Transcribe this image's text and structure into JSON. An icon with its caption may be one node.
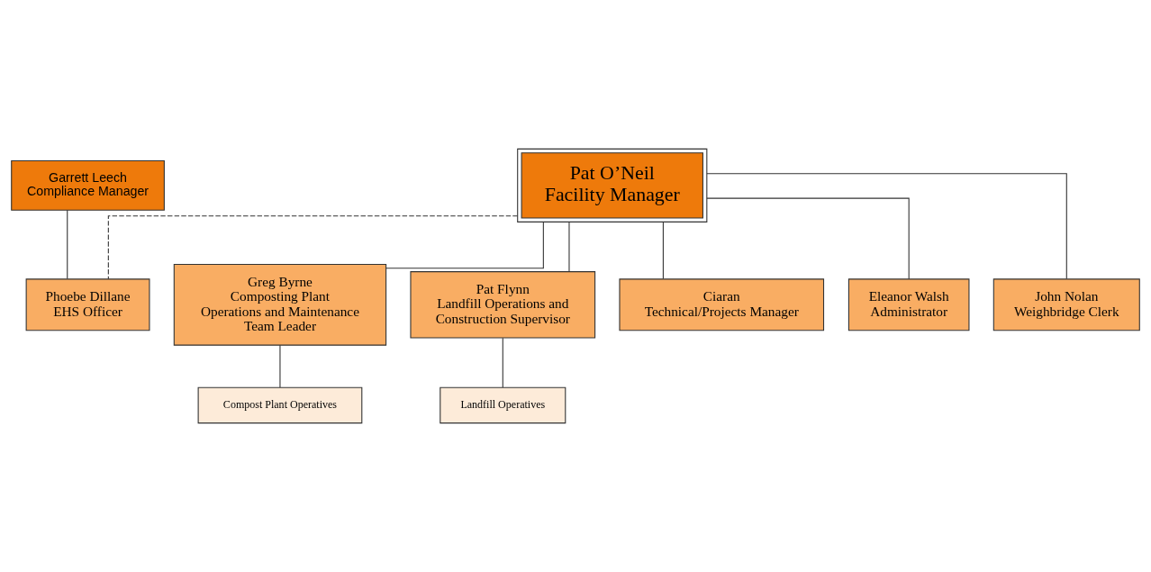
{
  "diagram": {
    "nodes": [
      {
        "text": [
          "Pat O’Neil",
          "Facility Manager"
        ]
      },
      {
        "text": [
          "Garrett Leech",
          "Compliance Manager"
        ]
      },
      {
        "text": [
          "Phoebe Dillane",
          "EHS Officer"
        ]
      },
      {
        "text": [
          "Greg Byrne",
          "Composting Plant Operations and Maintenance Team Leader"
        ]
      },
      {
        "text": [
          "Pat Flynn",
          "Landfill Operations and Construction Supervisor"
        ]
      },
      {
        "text": [
          "Ciaran",
          "Technical/Projects Manager"
        ]
      },
      {
        "text": [
          "Eleanor Walsh",
          "Administrator"
        ]
      },
      {
        "text": [
          "John Nolan",
          "Weighbridge Clerk"
        ]
      },
      {
        "text": [
          "Compost Plant Operatives"
        ]
      },
      {
        "text": [
          "Landfill Operatives"
        ]
      }
    ],
    "edges": [
      {
        "from": 0,
        "to": 2,
        "arrow": "none",
        "style": "dashed"
      },
      {
        "from": 1,
        "to": 2,
        "arrow": "none"
      },
      {
        "from": 0,
        "to": 3,
        "arrow": "none"
      },
      {
        "from": 0,
        "to": 4,
        "arrow": "none"
      },
      {
        "from": 0,
        "to": 5,
        "arrow": "none"
      },
      {
        "from": 0,
        "to": 6,
        "arrow": "none"
      },
      {
        "from": 0,
        "to": 7,
        "arrow": "none"
      },
      {
        "from": 3,
        "to": 8,
        "arrow": "none"
      },
      {
        "from": 4,
        "to": 9,
        "arrow": "none"
      }
    ]
  }
}
